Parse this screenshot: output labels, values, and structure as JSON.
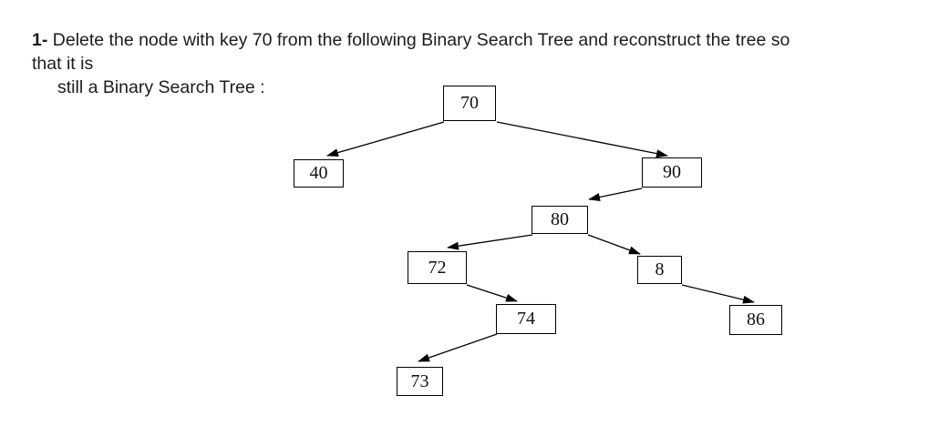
{
  "question": {
    "number": "1-",
    "line1_rest": "Delete the node with key 70 from the following Binary Search Tree and reconstruct the tree so",
    "line2": "that it is",
    "line3": "still a Binary Search Tree :"
  },
  "tree": {
    "type": "binary-search-tree",
    "nodes": [
      {
        "key": "70",
        "parent": null,
        "side": "root"
      },
      {
        "key": "40",
        "parent": "70",
        "side": "left"
      },
      {
        "key": "90",
        "parent": "70",
        "side": "right"
      },
      {
        "key": "80",
        "parent": "90",
        "side": "left"
      },
      {
        "key": "72",
        "parent": "80",
        "side": "left"
      },
      {
        "key": "8",
        "parent": "80",
        "side": "right"
      },
      {
        "key": "74",
        "parent": "72",
        "side": "right"
      },
      {
        "key": "86",
        "parent": "8",
        "side": "right"
      },
      {
        "key": "73",
        "parent": "74",
        "side": "left"
      }
    ],
    "edges": [
      [
        "70",
        "40"
      ],
      [
        "70",
        "90"
      ],
      [
        "90",
        "80"
      ],
      [
        "80",
        "72"
      ],
      [
        "80",
        "8"
      ],
      [
        "72",
        "74"
      ],
      [
        "8",
        "86"
      ],
      [
        "74",
        "73"
      ]
    ]
  },
  "colors": {
    "background": "#ffffff",
    "text": "#1c1c1c",
    "line": "#000000"
  }
}
